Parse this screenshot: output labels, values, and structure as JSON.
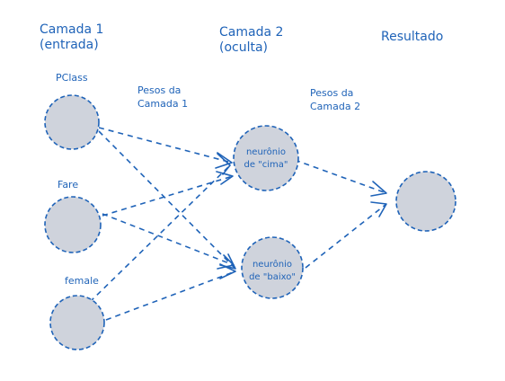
{
  "layers": {
    "input": {
      "title_line1": "Camada 1",
      "title_line2": "(entrada)"
    },
    "hidden": {
      "title_line1": "Camada 2",
      "title_line2": "(oculta)"
    },
    "output": {
      "title": "Resultado"
    }
  },
  "inputs": [
    {
      "label": "PClass"
    },
    {
      "label": "Fare"
    },
    {
      "label": "female"
    }
  ],
  "hidden_neurons": [
    {
      "line1": "neurônio",
      "line2": "de \"cima\""
    },
    {
      "line1": "neurônio",
      "line2": "de \"baixo\""
    }
  ],
  "weights": {
    "layer1": {
      "line1": "Pesos da",
      "line2": "Camada 1"
    },
    "layer2": {
      "line1": "Pesos da",
      "line2": "Camada 2"
    }
  },
  "colors": {
    "ink": "#1f63b8",
    "node_fill": "#cfd3dc",
    "background": "#ffffff"
  }
}
